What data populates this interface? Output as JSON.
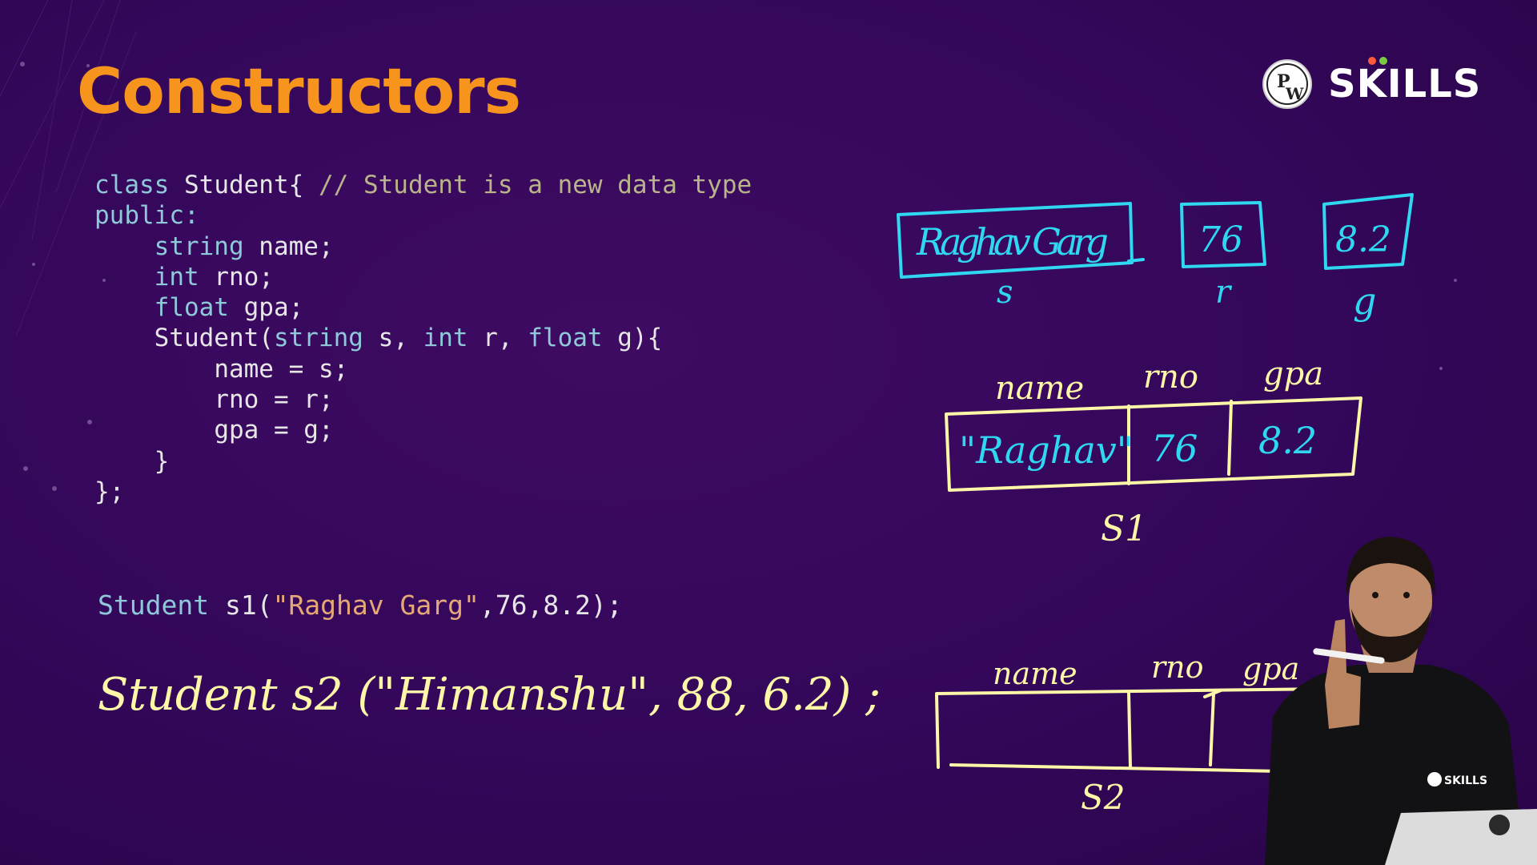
{
  "slide": {
    "title": "Constructors",
    "logo_text": "SKILLS",
    "logo_mark": "PW"
  },
  "code": {
    "line1_kw": "class",
    "line1_name": " Student{ ",
    "line1_comment": "// Student is a new data type",
    "line2": "public:",
    "line3_kw": "string",
    "line3_rest": " name;",
    "line4_kw": "int",
    "line4_rest": " rno;",
    "line5_kw": "float",
    "line5_rest": " gpa;",
    "line6_a": "Student(",
    "line6_kw1": "string",
    "line6_b": " s, ",
    "line6_kw2": "int",
    "line6_c": " r, ",
    "line6_kw3": "float",
    "line6_d": " g){",
    "line7": "name = s;",
    "line8": "rno = r;",
    "line9": "gpa = g;",
    "line10": "}",
    "line11": "};"
  },
  "s1_statement": {
    "kw": "Student",
    "mid": " s1(",
    "str": "\"Raghav Garg\"",
    "rest": ",76,8.2);"
  },
  "handwritten_s2": "Student s2 (\"Himanshu\", 88, 6.2) ;",
  "diagram_params": {
    "boxes": [
      {
        "value": "Raghav Garg",
        "label": "s"
      },
      {
        "value": "76",
        "label": "r"
      },
      {
        "value": "8.2",
        "label": "g"
      }
    ]
  },
  "diagram_s1": {
    "headers": [
      "name",
      "rno",
      "gpa"
    ],
    "cells": [
      "\"Raghav\"",
      "76",
      "8.2"
    ],
    "label": "S1"
  },
  "diagram_s2": {
    "headers": [
      "name",
      "rno",
      "gpa"
    ],
    "label": "S2"
  },
  "colors": {
    "background": "#33075a",
    "title": "#f7941d",
    "cyan_ink": "#2fd8f0",
    "yellow_ink": "#fff7a8",
    "code_keyword": "#8fc8d8",
    "code_comment": "#b9b48a",
    "code_string": "#e6a877"
  }
}
